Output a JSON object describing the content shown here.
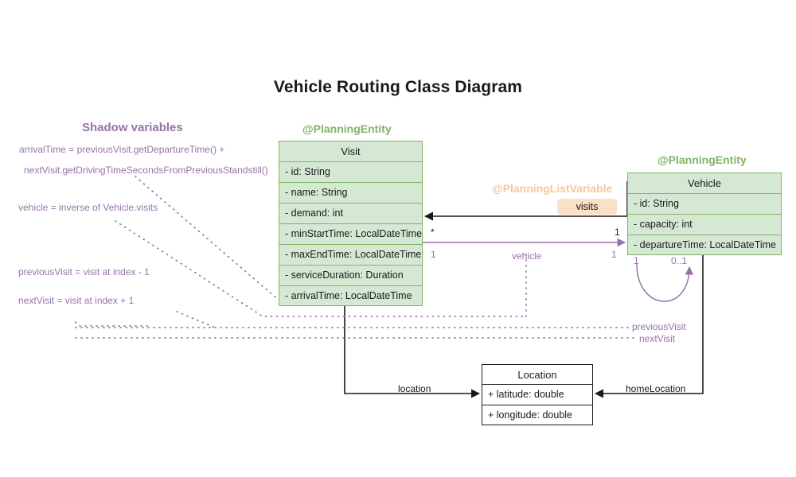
{
  "title": "Vehicle Routing Class Diagram",
  "colors": {
    "entity_fill": "#d5e8d4",
    "entity_stroke": "#82b366",
    "shadow_purple": "#9673a6",
    "list_variable_orange": "#f5c89a",
    "visits_badge_fill": "#fae0c4",
    "plain_stroke": "#1f1f1f",
    "background": "#ffffff"
  },
  "annotations": {
    "shadow_variables_heading": "Shadow variables",
    "planning_entity_visit": "@PlanningEntity",
    "planning_entity_vehicle": "@PlanningEntity",
    "planning_list_variable": "@PlanningListVariable"
  },
  "shadow_notes": [
    "arrivalTime = previousVisit.getDepartureTime() +",
    "nextVisit.getDrivingTimeSecondsFromPreviousStandstill()",
    "vehicle = inverse of Vehicle.visits",
    "previousVisit = visit at index - 1",
    "nextVisit = visit at index + 1"
  ],
  "classes": {
    "visit": {
      "name": "Visit",
      "fields": [
        {
          "text": "- id: String",
          "shadow": false
        },
        {
          "text": "- name: String",
          "shadow": false
        },
        {
          "text": "- demand: int",
          "shadow": false
        },
        {
          "text": "- minStartTime: LocalDateTime",
          "shadow": false
        },
        {
          "text": "- maxEndTime: LocalDateTime",
          "shadow": false
        },
        {
          "text": "- serviceDuration: Duration",
          "shadow": false
        },
        {
          "text": "- arrivalTime: LocalDateTime",
          "shadow": true
        }
      ]
    },
    "vehicle": {
      "name": "Vehicle",
      "fields": [
        {
          "text": "- id: String",
          "shadow": false
        },
        {
          "text": "- capacity: int",
          "shadow": false
        },
        {
          "text": "- departureTime: LocalDateTime",
          "shadow": false
        }
      ]
    },
    "location": {
      "name": "Location",
      "fields": [
        {
          "text": "+ latitude: double",
          "shadow": false
        },
        {
          "text": "+ longitude: double",
          "shadow": false
        }
      ]
    }
  },
  "edges": {
    "visits_badge": "visits",
    "visits_mult_source": "*",
    "visits_mult_target": "1",
    "vehicle_label": "vehicle",
    "vehicle_mult_source": "1",
    "vehicle_mult_target": "1",
    "loop_mult_source": "1",
    "loop_mult_target": "0..1",
    "previous_visit": "previousVisit",
    "next_visit": "nextVisit",
    "location": "location",
    "home_location": "homeLocation"
  }
}
